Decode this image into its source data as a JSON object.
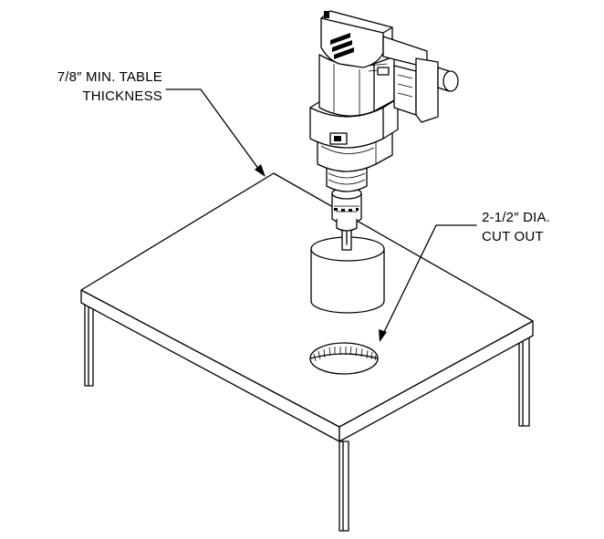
{
  "callouts": {
    "table_thickness": {
      "line1": "7/8″ MIN. TABLE",
      "line2": "THICKNESS"
    },
    "cut_out": {
      "line1": "2-1/2″ DIA.",
      "line2": "CUT OUT"
    }
  }
}
